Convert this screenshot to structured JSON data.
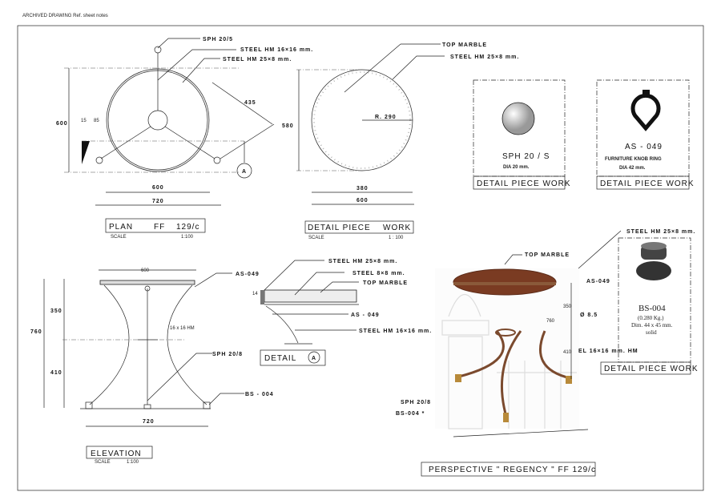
{
  "header_note": "ARCHIVED DRAWING  Ref. sheet notes",
  "plan": {
    "sph": "SPH  20/5",
    "steel1": "STEEL  HM  16×16 mm.",
    "steel2": "STEEL  HM  25×8  mm.",
    "d435": "435",
    "d600v": "600",
    "d15": "15",
    "d85": "85",
    "d600": "600",
    "d720": "720",
    "marker": "A",
    "title": "PLAN",
    "code": "FF",
    "num": "129/c",
    "scale_label": "SCALE",
    "scale": "1:100"
  },
  "detail_top": {
    "top_marble": "TOP  MARBLE",
    "steel": "STEEL  HM  25×8  mm.",
    "radius": "R. 290",
    "d580": "580",
    "d380": "380",
    "d600": "600",
    "title1": "DETAIL  PIECE",
    "title2": "WORK",
    "scale_label": "SCALE",
    "scale": "1 : 100"
  },
  "sph_card": {
    "name": "SPH  20 / S",
    "dia": "DIA    20  mm.",
    "caption": "DETAIL  PIECE  WORK"
  },
  "as_card": {
    "name": "AS - 049",
    "desc": "FURNITURE  KNOB  RING",
    "dia": "DIA   42  mm.",
    "caption": "DETAIL  PIECE  WORK"
  },
  "elevation": {
    "d600": "600",
    "as049": "AS-049",
    "d350": "350",
    "d760": "760",
    "d410": "410",
    "hm": "16 x 16 HM",
    "sph": "SPH  20/8",
    "bs": "BS - 004",
    "d720": "720",
    "title": "ELEVATION",
    "scale_label": "SCALE",
    "scale": "1:100"
  },
  "detail_a": {
    "steel1": "STEEL  HM  25×8  mm.",
    "steel2": "STEEL  8×8  mm.",
    "marble": "TOP  MARBLE",
    "d14": "14",
    "as049": "AS - 049",
    "steel3": "STEEL  HM  16×16  mm.",
    "title": "DETAIL",
    "marker": "A"
  },
  "perspective": {
    "top_marble": "TOP  MARBLE",
    "as049": "AS-049",
    "phi": "Ø 8.5",
    "steel": "EL  16×16 mm. HM",
    "sph": "SPH 20/8",
    "bs": "BS-004 *",
    "d350": "350",
    "d760": "760",
    "d410": "410",
    "title": "PERSPECTIVE  \" REGENCY \"  FF  129/c"
  },
  "bs_card": {
    "steel": "STEEL HM 25×8  mm.",
    "name": "BS-004",
    "weight": "(0.280 Kg.)",
    "dim": "Dim. 44 x 45 mm.",
    "solid": "solid",
    "caption": "DETAIL  PIECE  WORK"
  },
  "colors": {
    "wood": "#7a3b22",
    "metal": "#7b4a2e"
  }
}
